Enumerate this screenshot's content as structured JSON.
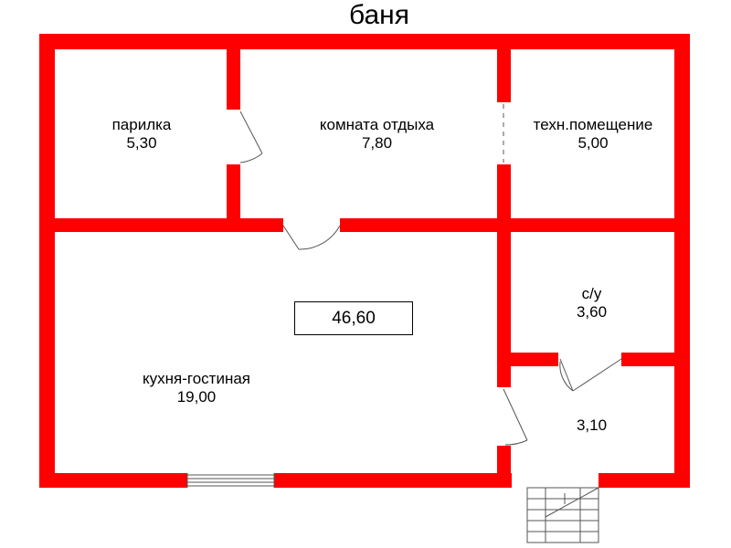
{
  "title": "баня",
  "total_area": "46,60",
  "rooms": [
    {
      "name": "парилка",
      "area": "5,30"
    },
    {
      "name": "комната отдыха",
      "area": "7,80"
    },
    {
      "name": "техн.помещение",
      "area": "5,00"
    },
    {
      "name": "кухня-гостиная",
      "area": "19,00"
    },
    {
      "name": "с/у",
      "area": "3,60"
    },
    {
      "name": "",
      "area": "3,10"
    }
  ],
  "colors": {
    "wall": "#ff0000",
    "line": "#555555",
    "text": "#000000",
    "background": "#ffffff"
  }
}
